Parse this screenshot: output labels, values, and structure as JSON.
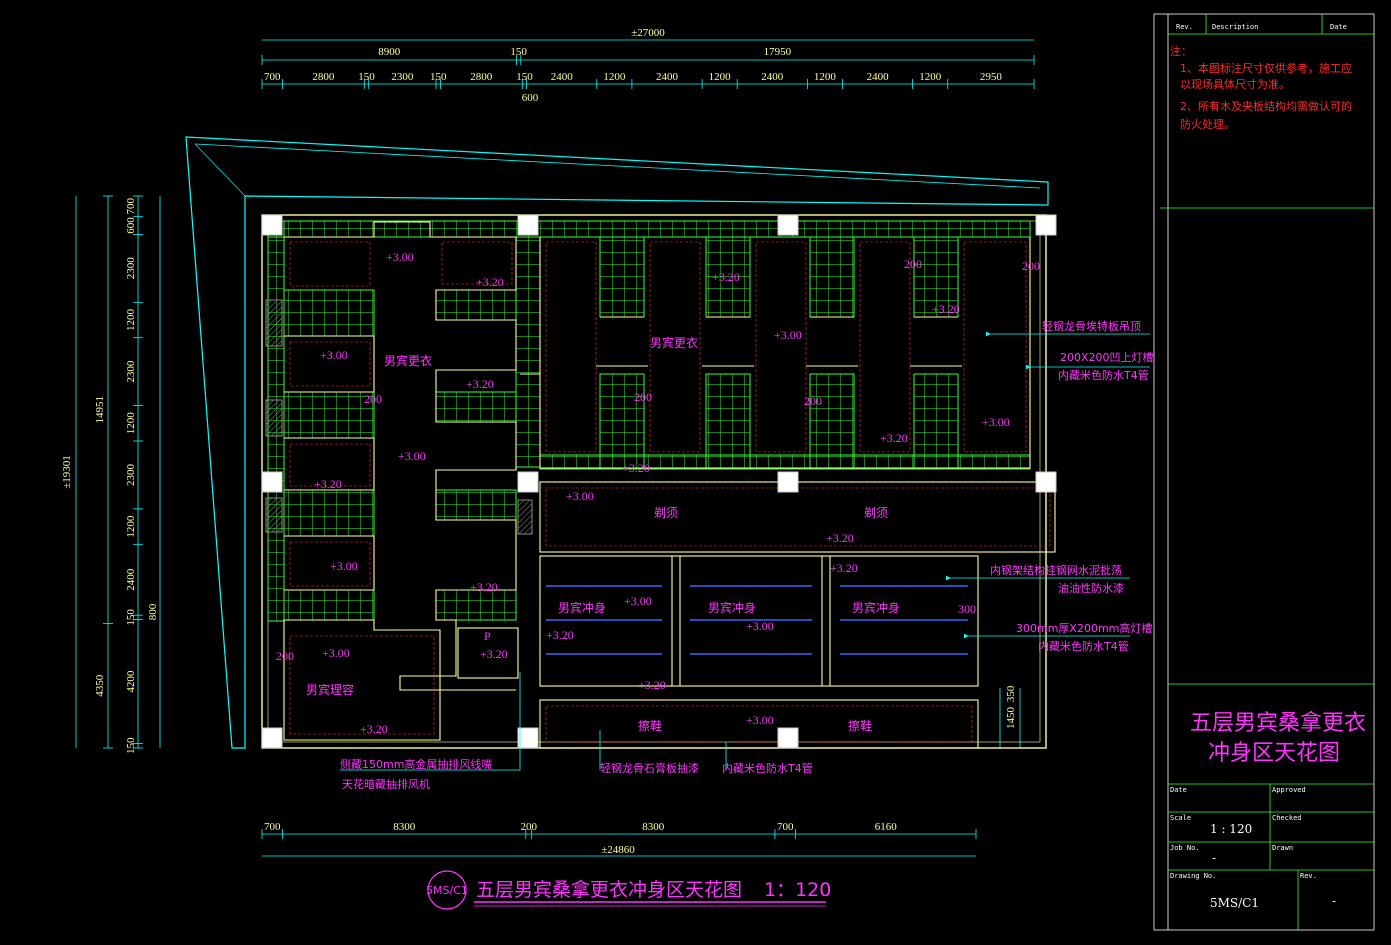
{
  "dims_top_total": "±27000",
  "dims_top_mid": [
    "8900",
    "150",
    "17950"
  ],
  "dims_top_detail": [
    "700",
    "2800",
    "150",
    "2300",
    "150",
    "2800",
    "150",
    "2400",
    "1200",
    "2400",
    "1200",
    "2400",
    "1200",
    "2400",
    "1200",
    "2950"
  ],
  "dim_top_small": "600",
  "dims_left_total": "±19301",
  "dims_left_mid": [
    "14951",
    "4350"
  ],
  "dims_left_detail": [
    "700",
    "600",
    "2300",
    "1200",
    "2300",
    "1200",
    "2300",
    "1200",
    "2400",
    "150",
    "4200",
    "150"
  ],
  "dim_left_small": "800",
  "dims_bottom": [
    "700",
    "8300",
    "200",
    "8300",
    "700",
    "6160"
  ],
  "dims_bottom_total": "±24860",
  "dim_right": "1450",
  "dim_right_small": "350",
  "rooms": {
    "changing_left": "男宾更衣",
    "changing_top": "男宾更衣",
    "shave_1": "剃须",
    "shave_2": "剃须",
    "shower_1": "男宾冲身",
    "shower_2": "男宾冲身",
    "shower_3": "男宾冲身",
    "storage": "男宾理容",
    "shoes_1": "擦鞋",
    "shoes_2": "擦鞋"
  },
  "levels": {
    "v300": "+3.00",
    "v320": "+3.20"
  },
  "misc_200": "200",
  "misc_300": "300",
  "misc_p": "P",
  "annotations": {
    "ceiling": "轻钢龙骨埃特板吊顶",
    "light1_a": "200X200凹上灯槽",
    "light1_b": "内藏米色防水T4管",
    "cement_a": "内钢架结构挂钢网水泥批荡",
    "cement_b": "油油性防水漆",
    "light2_a": "300mm厚X200mm高灯槽",
    "light2_b": "内藏米色防水T4管",
    "exhaust_a": "侧藏150mm高金属抽排风线嘴",
    "exhaust_b": "天花暗藏抽排风机",
    "gypsum": "轻钢龙骨石膏板抽漆",
    "t4": "内藏米色防水T4管"
  },
  "title_block": {
    "head_rev": "Rev.",
    "head_desc": "Description",
    "head_date": "Date",
    "notes_title": "注：",
    "note1_a": "1、本图标注尺寸仅供参考，施工应",
    "note1_b": "以现场具体尺寸为准。",
    "note2_a": "2、所有木及夹板结构均需做认可的",
    "note2_b": "防火处理。",
    "title_a": "五层男宾桑拿更衣",
    "title_b": "冲身区天花图",
    "lbl_date": "Date",
    "lbl_approved": "Approved",
    "lbl_scale": "Scale",
    "lbl_checked": "Checked",
    "lbl_job": "Job No.",
    "lbl_drawn": "Drawn",
    "lbl_drawing": "Drawing No.",
    "lbl_rev": "Rev.",
    "scale": "1 : 120",
    "job": "-",
    "drawing_no": "5MS/C1",
    "rev": "-"
  },
  "caption": {
    "tag": "5MS/C1",
    "title": "五层男宾桑拿更衣冲身区天花图",
    "scale": "1：120"
  },
  "colors": {
    "background": "#000000",
    "wall": "#ffff99",
    "tile": "#33ff33",
    "dim": "#00ffff",
    "text": "#ff33ff",
    "hatch": "#ff3333",
    "lamp": "#3366ff",
    "note": "#ff2a2a"
  }
}
